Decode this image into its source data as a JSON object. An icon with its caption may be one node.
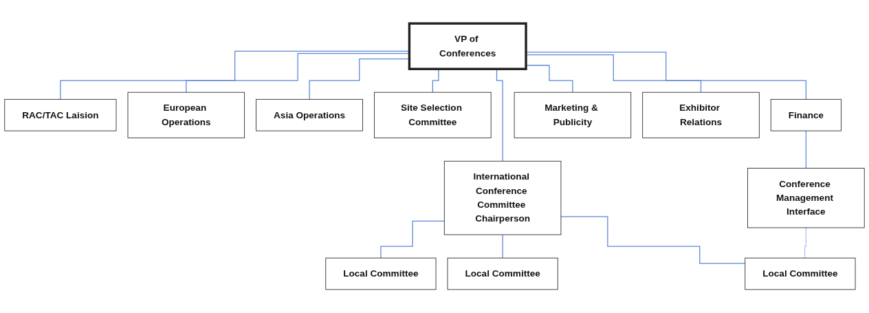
{
  "diagram": {
    "nodes": [
      {
        "text": [
          "VP of Conferences"
        ]
      },
      {
        "text": [
          "RAC/TAC Laision"
        ]
      },
      {
        "text": [
          "European Operations"
        ]
      },
      {
        "text": [
          "Asia Operations"
        ]
      },
      {
        "text": [
          "International Conference Committee Chairperson"
        ]
      },
      {
        "text": [
          "Site Selection Committee"
        ]
      },
      {
        "text": [
          "Finance"
        ]
      },
      {
        "text": [
          "Marketing & Publicity"
        ]
      },
      {
        "text": [
          "Exhibitor Relations"
        ]
      },
      {
        "text": [
          "Conference Management Interface"
        ]
      },
      {
        "text": [
          "Local Committee"
        ]
      },
      {
        "text": [
          "Local Committee"
        ]
      },
      {
        "text": [
          "Local Committee"
        ]
      }
    ],
    "edges": [
      {
        "from": 0,
        "to": 1,
        "arrow": "none"
      },
      {
        "from": 0,
        "to": 2,
        "arrow": "none"
      },
      {
        "from": 0,
        "to": 3,
        "arrow": "none"
      },
      {
        "from": 0,
        "to": 4,
        "arrow": "none"
      },
      {
        "from": 0,
        "to": 5,
        "arrow": "none"
      },
      {
        "from": 0,
        "to": 6,
        "arrow": "none"
      },
      {
        "from": 0,
        "to": 7,
        "arrow": "none"
      },
      {
        "from": 0,
        "to": 8,
        "arrow": "none"
      },
      {
        "from": 6,
        "to": 9,
        "arrow": "none"
      },
      {
        "from": 4,
        "to": 10,
        "arrow": "none"
      },
      {
        "from": 4,
        "to": 11,
        "arrow": "none"
      },
      {
        "from": 4,
        "to": 12,
        "arrow": "none"
      },
      {
        "from": 9,
        "to": 12,
        "arrow": "none",
        "style": "dashed"
      }
    ]
  }
}
